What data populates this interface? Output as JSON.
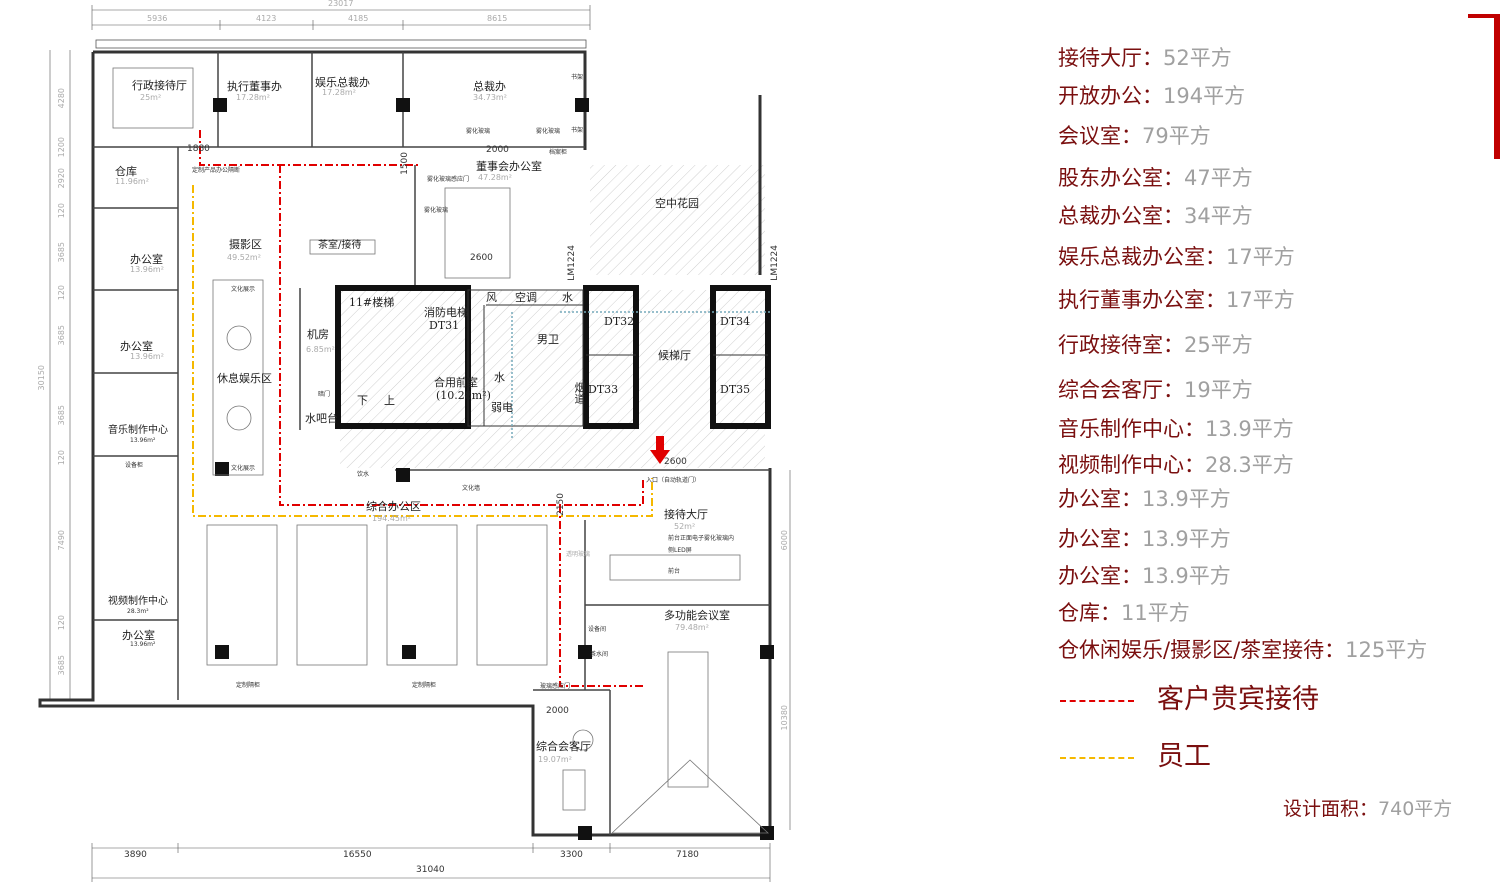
{
  "plan": {
    "dims_top": {
      "total": "23017",
      "a": "5936",
      "b": "4123",
      "c": "4185",
      "d": "8615"
    },
    "dims_left": [
      "4280",
      "1200",
      "2920",
      "120",
      "3685",
      "120",
      "3685",
      "30150",
      "3685",
      "120",
      "7490",
      "120",
      "3685"
    ],
    "dims_bottom": {
      "a": "3890",
      "b": "16550",
      "c": "3300",
      "d": "7180",
      "total": "31040"
    },
    "dims_right": {
      "a": "6000",
      "b": "10380"
    },
    "dims_inner": {
      "d1880": "1880",
      "d2000a": "2000",
      "d1500": "1500",
      "d2600a": "2600",
      "d2600b": "2600",
      "d2150": "2150",
      "d2000b": "2000",
      "lm1": "LM1224",
      "lm2": "LM1224"
    },
    "rooms": {
      "admin_reception": {
        "name": "行政接待厅",
        "area": "25m²"
      },
      "exec_director": {
        "name": "执行董事办",
        "area": "17.28m²"
      },
      "ent_president": {
        "name": "娱乐总裁办",
        "area": "17.28m²"
      },
      "president": {
        "name": "总裁办",
        "area": "34.73m²"
      },
      "storage": {
        "name": "仓库",
        "area": "11.96m²"
      },
      "board": {
        "name": "董事会办公室",
        "area": "47.28m²"
      },
      "sky_garden": {
        "name": "空中花园"
      },
      "photo": {
        "name": "摄影区",
        "area": "49.52m²"
      },
      "tea": {
        "name": "茶室/接待"
      },
      "office1": {
        "name": "办公室",
        "area": "13.96m²"
      },
      "office2": {
        "name": "办公室",
        "area": "13.96m²"
      },
      "stairs": {
        "name": "11#楼梯",
        "down": "下",
        "up": "上"
      },
      "fire_elevator": {
        "name": "消防电梯",
        "code": "DT31"
      },
      "wind": "风",
      "ac": "空调",
      "water1": "水",
      "water2": "水",
      "mens": {
        "name": "男卫"
      },
      "dt32": "DT32",
      "dt33": "DT33",
      "dt34": "DT34",
      "dt35": "DT35",
      "smoke": "烟道",
      "lobby": {
        "name": "候梯厅"
      },
      "machine": {
        "name": "机房",
        "area": "6.85m²"
      },
      "leisure": {
        "name": "休息娱乐区"
      },
      "front_room": {
        "name": "合用前室",
        "area": "(10.28m²)"
      },
      "water_bar": {
        "name": "水吧台"
      },
      "weak": {
        "name": "弱电"
      },
      "music": {
        "name": "音乐制作中心",
        "area": "13.96m²"
      },
      "open_office": {
        "name": "综合办公区",
        "area": "194.45m²"
      },
      "reception_hall": {
        "name": "接待大厅",
        "area": "52m²"
      },
      "front_desk": {
        "name": "前台",
        "note": "前台正面电子雾化玻璃内",
        "note2": "侧LED屏"
      },
      "video": {
        "name": "视频制作中心",
        "area": "28.3m²"
      },
      "office3": {
        "name": "办公室",
        "area": "13.96m²"
      },
      "meeting": {
        "name": "多功能会议室",
        "area": "79.48m²"
      },
      "lounge": {
        "name": "综合会客厅",
        "area": "19.07m²"
      }
    },
    "notes": {
      "frosted1": "雾化玻璃",
      "frosted2": "雾化玻璃",
      "frosted_door": "雾化玻璃感应门",
      "frosted3": "雾化玻璃",
      "bookshelf1": "书架",
      "bookshelf2": "书架",
      "archive": "档案柜",
      "custom_partition": "定制产品办公隔断",
      "culture_wall": "文化墙",
      "entrance": "入口（自动轨道门）",
      "equipment": "设备间",
      "pantry": "茶水间",
      "glass_door": "玻璃感应门",
      "transparent": "透明玻璃",
      "cabinet1": "定制隔柜",
      "cabinet2": "定制隔柜",
      "device_cabinet": "设备柜",
      "culture_display1": "文化展示",
      "culture_display2": "文化展示",
      "drinks": "饮水",
      "hidden_door": "暗门"
    }
  },
  "legend": {
    "items": [
      {
        "label": "接待大厅：",
        "value": "52平方"
      },
      {
        "label": "开放办公：",
        "value": "194平方"
      },
      {
        "label": "会议室：",
        "value": "79平方"
      },
      {
        "label": "股东办公室：",
        "value": "47平方"
      },
      {
        "label": "总裁办公室：",
        "value": "34平方"
      },
      {
        "label": "娱乐总裁办公室：",
        "value": "17平方"
      },
      {
        "label": "执行董事办公室：",
        "value": "17平方"
      },
      {
        "label": "行政接待室：",
        "value": "25平方"
      },
      {
        "label": "综合会客厅：",
        "value": "19平方"
      },
      {
        "label": "音乐制作中心：",
        "value": "13.9平方"
      },
      {
        "label": "视频制作中心：",
        "value": "28.3平方"
      },
      {
        "label": "办公室：",
        "value": "13.9平方"
      },
      {
        "label": "办公室：",
        "value": "13.9平方"
      },
      {
        "label": "办公室：",
        "value": "13.9平方"
      },
      {
        "label": "仓库：",
        "value": "11平方"
      },
      {
        "label": "仓休闲娱乐/摄影区/茶室接待：",
        "value": "125平方"
      }
    ],
    "routes": [
      {
        "label": "客户贵宾接待",
        "color": "#e00000"
      },
      {
        "label": "员工",
        "color": "#f5b800"
      }
    ],
    "total": {
      "label": "设计面积：",
      "value": "740平方"
    }
  },
  "colors": {
    "label": "#7a0f0f",
    "value": "#a0a0a0",
    "accent": "#c00000",
    "vip": "#e00000",
    "staff": "#f5b800"
  }
}
